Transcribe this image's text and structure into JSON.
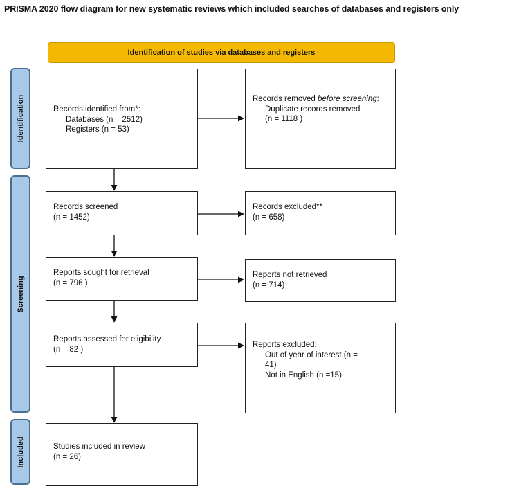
{
  "title": "PRISMA 2020 flow diagram for new systematic reviews which included searches of databases and registers only",
  "banner": "Identification of studies via databases and registers",
  "sections": {
    "identification": "Identification",
    "screening": "Screening",
    "included": "Included"
  },
  "boxes": {
    "identified": {
      "heading": "Records identified from*:",
      "databases": "Databases (n = 2512)",
      "registers": "Registers (n = 53)"
    },
    "removed": {
      "heading_pre": "Records removed ",
      "heading_em": "before screening",
      "heading_post": ":",
      "duplicates": "Duplicate records removed",
      "duplicates_n": "(n = 1118 )"
    },
    "screened": {
      "label": "Records screened",
      "n": "(n = 1452)"
    },
    "excluded": {
      "label": "Records excluded**",
      "n": "(n = 658)"
    },
    "sought": {
      "label": "Reports sought for retrieval",
      "n": "(n = 796 )"
    },
    "not_retrieved": {
      "label": "Reports not retrieved",
      "n": "(n = 714)"
    },
    "assessed": {
      "label": "Reports assessed for eligibility",
      "n": "(n = 82 )"
    },
    "reports_excluded": {
      "heading": "Reports excluded:",
      "reason1_a": "Out of year of interest (n =",
      "reason1_b": "41)",
      "reason2": "Not in English (n =15)"
    },
    "included": {
      "label": "Studies included in review",
      "n": "(n = 26)"
    }
  },
  "colors": {
    "banner": "#f5b800",
    "side_fill": "#a8c8e8",
    "side_border": "#4a6f93"
  }
}
